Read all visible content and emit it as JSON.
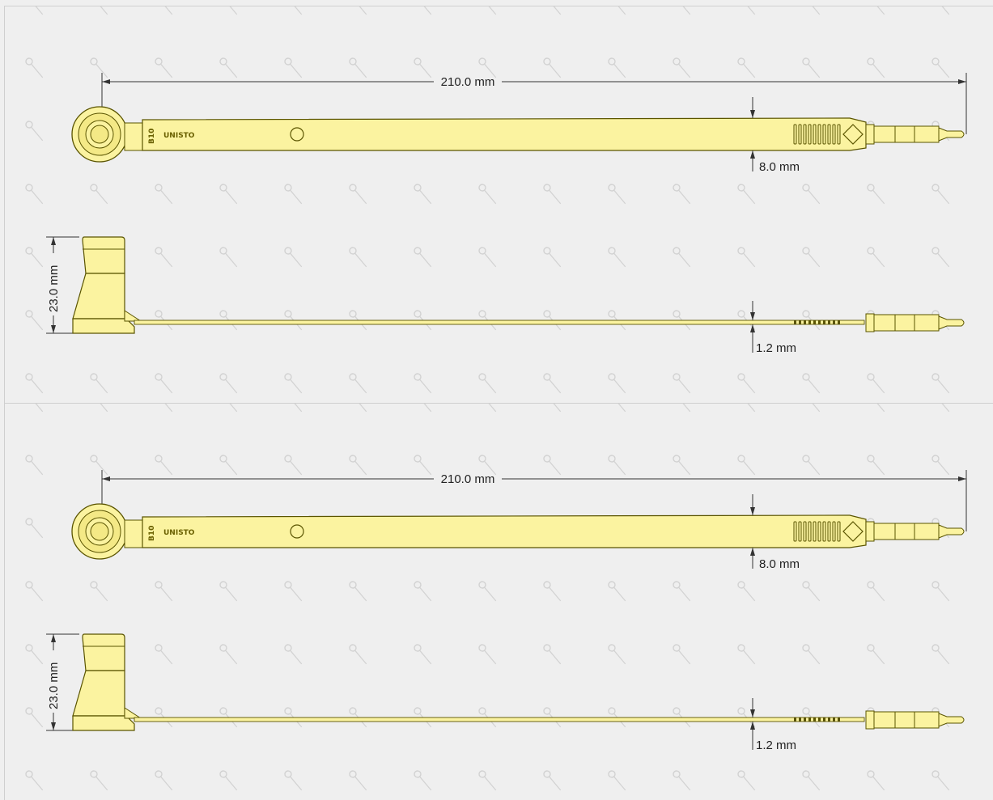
{
  "colors": {
    "seal_fill": "#fbf3a0",
    "seal_stroke": "#5a5400",
    "background": "#efefef",
    "watermark": "#d2d2d2"
  },
  "watermark_icon": "key-watermark-icon",
  "views": [
    {
      "top": {
        "length": "210.0 mm",
        "width": "8.0 mm",
        "model": "B10",
        "brand": "UNISTO"
      },
      "side": {
        "height": "23.0 mm",
        "thickness": "1.2 mm"
      }
    },
    {
      "top": {
        "length": "210.0 mm",
        "width": "8.0 mm",
        "model": "B10",
        "brand": "UNISTO"
      },
      "side": {
        "height": "23.0 mm",
        "thickness": "1.2 mm"
      }
    }
  ]
}
